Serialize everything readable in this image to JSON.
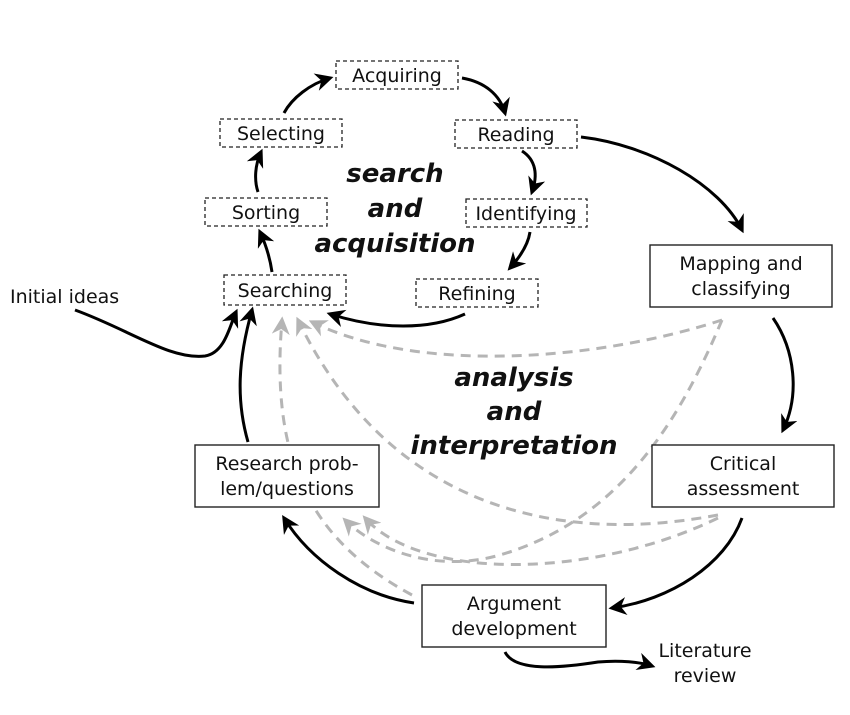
{
  "search_nodes": {
    "acquiring": "Acquiring",
    "reading": "Reading",
    "identifying": "Identifying",
    "refining": "Refining",
    "searching": "Searching",
    "sorting": "Sorting",
    "selecting": "Selecting"
  },
  "main_nodes": {
    "mapping": [
      "Mapping and",
      "classifying"
    ],
    "critical": [
      "Critical",
      "assessment"
    ],
    "argument": [
      "Argument",
      "development"
    ],
    "research": [
      "Research prob-",
      "lem/questions"
    ]
  },
  "phases": {
    "search": [
      "search",
      "and",
      "acquisition"
    ],
    "analysis": [
      "analysis",
      "and",
      "interpretation"
    ]
  },
  "entry_label": "Initial ideas",
  "exit_label": [
    "Literature",
    "review"
  ],
  "colors": {
    "primary_arrow": "#000000",
    "feedback_arrow": "#b5b5b5"
  }
}
